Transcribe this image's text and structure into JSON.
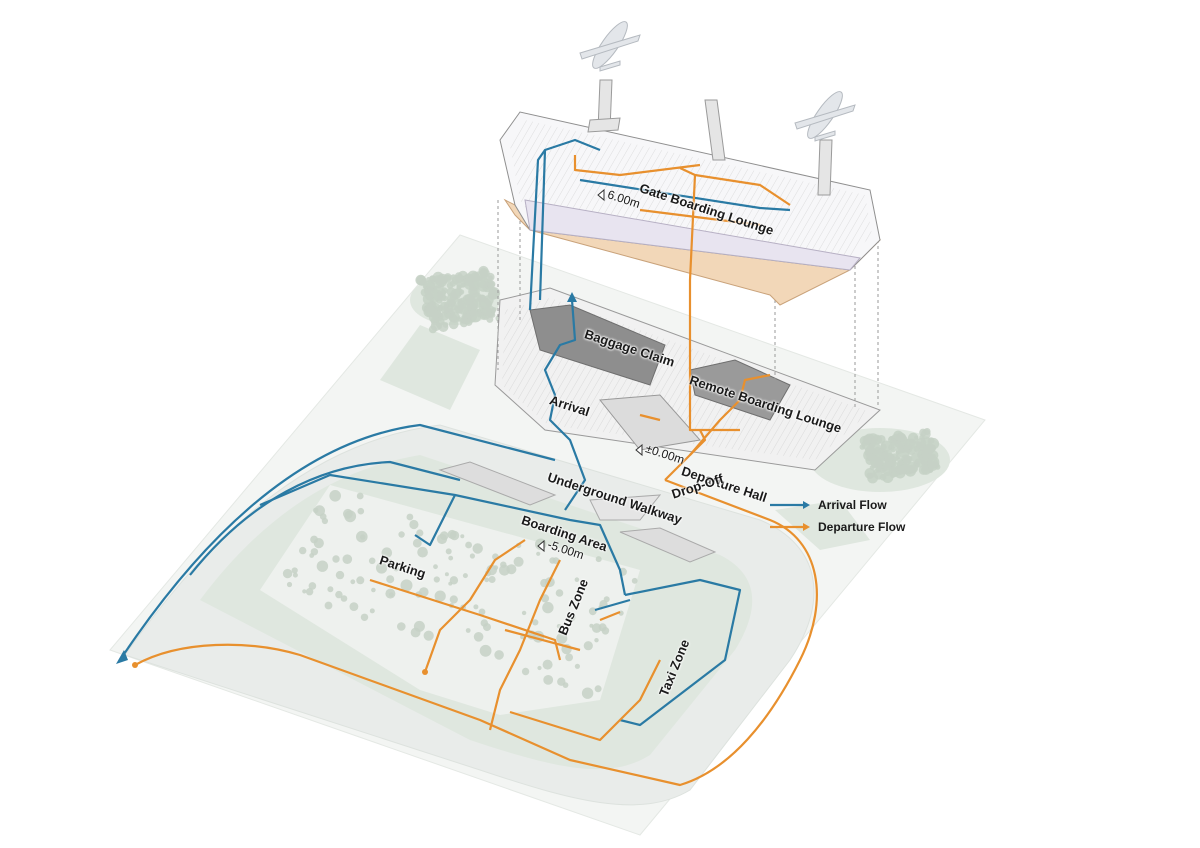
{
  "labels": {
    "gate_boarding_lounge": "Gate Boarding Lounge",
    "baggage_claim": "Baggage Claim",
    "remote_boarding_lounge": "Remote Boarding Lounge",
    "arrival": "Arrival",
    "departure_hall": "Departure Hall",
    "underground_walkway": "Underground Walkway",
    "drop_off": "Drop-Off",
    "boarding_area": "Boarding Area",
    "parking": "Parking",
    "bus_zone": "Bus Zone",
    "taxi_zone": "Taxi Zone"
  },
  "elevations": {
    "upper": "6.00m",
    "ground": "±0.00m",
    "lower": "-5.00m"
  },
  "legend": {
    "arrival": "Arrival Flow",
    "departure": "Departure Flow"
  },
  "colors": {
    "arrival_flow": "#2a7aa4",
    "departure_flow": "#e8902e",
    "landscape": "#dfe7df",
    "tree": "#c6d1c6",
    "building": "#eeeeee",
    "dark_roof": "#8e8e8e"
  }
}
